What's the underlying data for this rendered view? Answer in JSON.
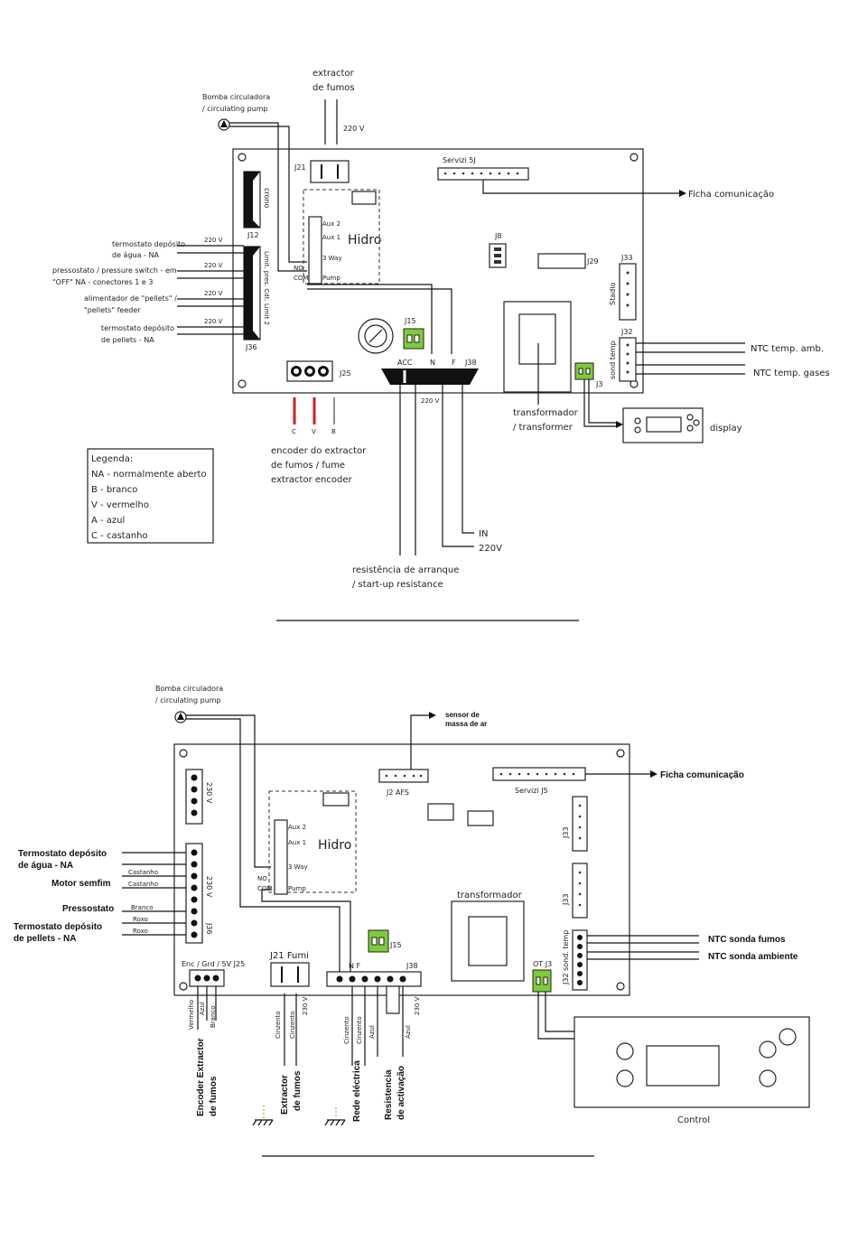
{
  "top": {
    "extractor": [
      "extractor",
      "de fumos"
    ],
    "pump": [
      "Bomba circuladora",
      "/ circulating pump"
    ],
    "v220": "220 V",
    "v220b": "220 V",
    "j21": "J21",
    "servizi": "Servizi 5J",
    "ficha": "Ficha comunicação",
    "crono": "crono",
    "j12": "J12",
    "j8": "J8",
    "j29": "J29",
    "j33": "J33",
    "stadio": "Stadio",
    "j32": "J32",
    "sond_temp": "sond temp",
    "ntc_amb": "NTC temp. amb.",
    "ntc_gases": "NTC temp. gases",
    "hidro": "Hidro",
    "aux2": "Aux 2",
    "aux1": "Aux 1",
    "way3": "3 Way",
    "pump_lbl": "Pump",
    "no": "NO",
    "com": "COM",
    "j15": "J15",
    "limit": "Limit. pres. Cdt. Limit 2",
    "j36": "J36",
    "j25": "J25",
    "acc": "ACC",
    "n": "N",
    "f": "F",
    "j38": "J38",
    "j3": "J3",
    "transformador": [
      "transformador",
      "/ transformer"
    ],
    "display": "display",
    "left_labels": [
      [
        "termostato depósito",
        "de água - NA"
      ],
      [
        "pressostato / pressure switch - em",
        "\"OFF\" NA - conectores 1 e 3"
      ],
      [
        "alimentador de \"pellets\" /",
        "\"pellets\" feeder"
      ],
      [
        "termostato depósito",
        "de pellets - NA"
      ]
    ],
    "wire_letters": [
      "C",
      "V",
      "B"
    ],
    "encoder": [
      "encoder do extractor",
      "de fumos / fume",
      "extractor encoder"
    ],
    "in_lbl": "IN",
    "v220c": "220V",
    "resist": [
      "resistência de arranque",
      "/ start-up resistance"
    ],
    "legend": [
      "Legenda:",
      "NA - normalmente aberto",
      "B - branco",
      "V - vermelho",
      "A - azul",
      "C - castanho"
    ]
  },
  "bottom": {
    "pump": [
      "Bomba circuladora",
      "/ circulating pump"
    ],
    "sensor": [
      "sensor de",
      "massa de ar"
    ],
    "j2afs": "J2  AFS",
    "servizi": "Servizi J5",
    "ficha": "Ficha comunicação",
    "v230": "230 V",
    "hidro": "Hidro",
    "aux2": "Aux 2",
    "aux1": "Aux 1",
    "way3": "3 Way",
    "pump_lbl": "Pump",
    "no": "NO",
    "com": "COM",
    "j33a": "J33",
    "j33b": "J33",
    "transformador": "transformador",
    "left_labels": [
      "Termostato depósito",
      "de água - NA",
      "Motor semfim",
      "Pressostato",
      "Termostato depósito",
      "de pellets - NA"
    ],
    "wire_lbls": [
      "Castanho",
      "Castanho",
      "Branco",
      "Roxo",
      "Roxo"
    ],
    "v230b": "230 V",
    "j36": "J36",
    "j15": "J15",
    "ntc_fumos": "NTC sonda fumos",
    "ntc_amb": "NTC sonda ambiente",
    "sond_temp": "J32 sond. temp",
    "ot_j3": "OT  J3",
    "j25": "Enc / Grd / 5V  J25",
    "j21": "J21 Fumi",
    "nf": "N  F",
    "j38": "J38",
    "wires_enc": [
      "Vermelho",
      "Azul",
      "Branco"
    ],
    "wires_fumi": [
      "Cinzento",
      "Cinzento",
      "230 V"
    ],
    "wires_rede": [
      "Cinzento",
      "Cinzento",
      "Azul",
      "Azul",
      "230 V"
    ],
    "encoder_lbl": [
      "Encoder Extractor",
      "de fumos"
    ],
    "extractor_lbl": [
      "Extractor",
      "de fumos"
    ],
    "rede_lbl": "Rede eléctrica",
    "resist_lbl": [
      "Resistencia",
      "de activação"
    ],
    "control": "Control"
  },
  "colors": {
    "green": "#7ecb3a",
    "red": "#cc2222",
    "ground": "#9ab832"
  }
}
